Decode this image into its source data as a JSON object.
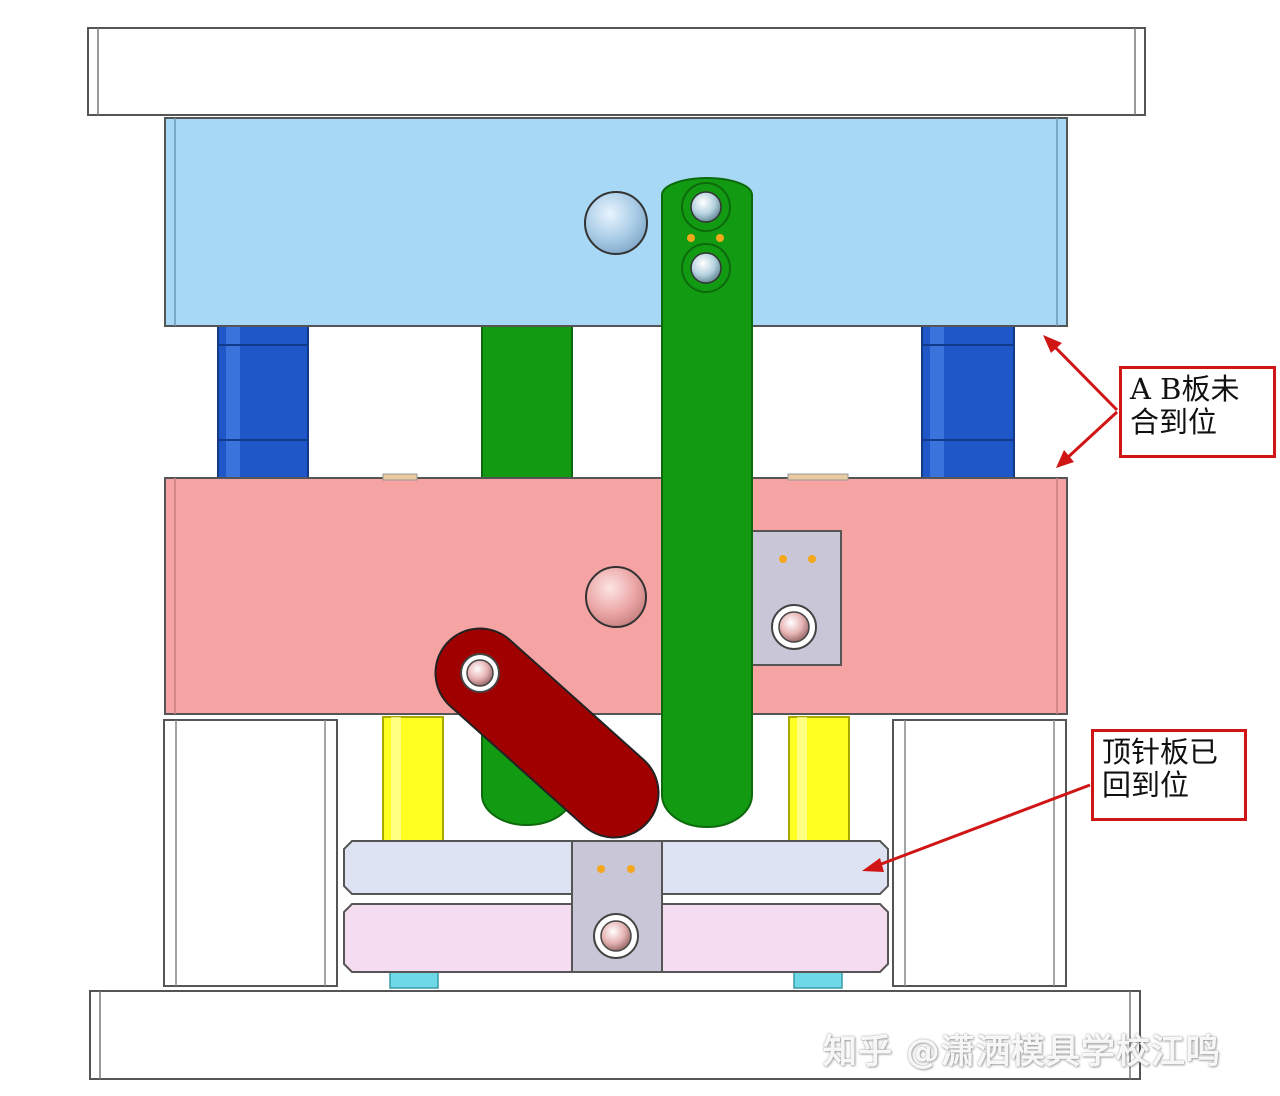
{
  "callouts": {
    "ab_plates": {
      "line1": "A B板未",
      "line2": "合到位"
    },
    "ejector_plate": {
      "line1": "顶针板已",
      "line2": "回到位"
    }
  },
  "watermark": "知乎 @潇洒模具学校江鸣",
  "colors": {
    "clamp_plate": "#ffffff",
    "a_plate": "#a7d8f5",
    "b_plate": "#f5a3a3",
    "guide_pillar": "#1f57c8",
    "return_pin": "#ffff22",
    "green_link": "#139a13",
    "red_link": "#a00000",
    "ejector_retainer": "#dde3f2",
    "ejector_plate": "#f6dcf0",
    "block": "#c9c6d8",
    "callout_border": "#d01515",
    "stop_pin": "#6fd8e6"
  }
}
